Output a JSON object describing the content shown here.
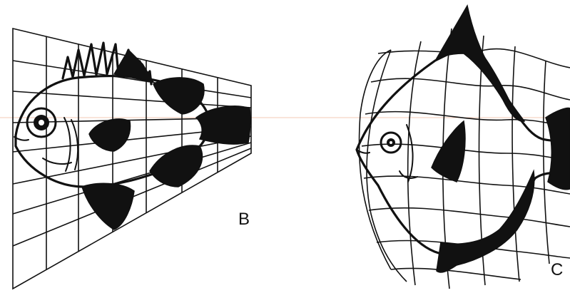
{
  "panels": [
    {
      "label": "B",
      "subject": "fish-on-trapezoid-grid"
    },
    {
      "label": "C",
      "subject": "fish-on-curved-grid"
    }
  ],
  "colors": {
    "ink": "#111111",
    "background": "#ffffff",
    "guide_line": "#f3c9b6"
  }
}
